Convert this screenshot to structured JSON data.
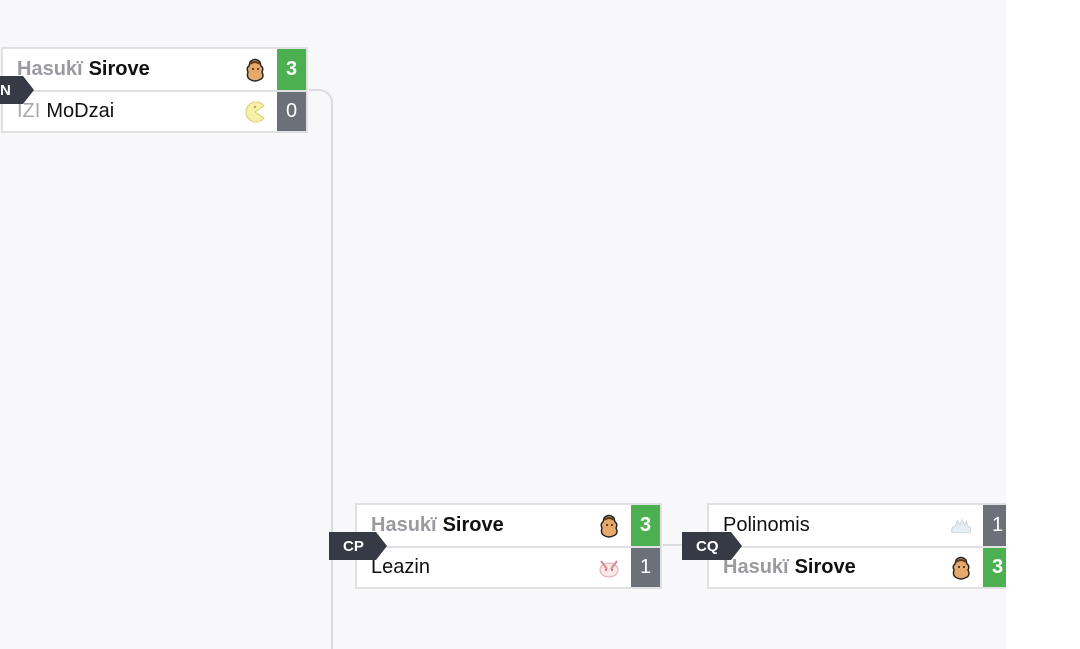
{
  "matches": [
    {
      "id": "N",
      "teams": [
        {
          "tag": "Hasukï",
          "name": "Sirove",
          "icon": "monk-avatar-icon",
          "score": "3",
          "result": "win"
        },
        {
          "tag": "IZI",
          "name": "MoDzai",
          "icon": "pacman-avatar-icon",
          "score": "0",
          "result": "lose"
        }
      ]
    },
    {
      "id": "CP",
      "teams": [
        {
          "tag": "Hasukï",
          "name": "Sirove",
          "icon": "monk-avatar-icon",
          "score": "3",
          "result": "win"
        },
        {
          "tag": "",
          "name": "Leazin",
          "icon": "bunny-avatar-icon",
          "score": "1",
          "result": "lose"
        }
      ]
    },
    {
      "id": "CQ",
      "teams": [
        {
          "tag": "",
          "name": "Polinomis",
          "icon": "cloud-avatar-icon",
          "score": "1",
          "result": "lose"
        },
        {
          "tag": "Hasukï",
          "name": "Sirove",
          "icon": "monk-avatar-icon",
          "score": "3",
          "result": "win"
        }
      ]
    }
  ],
  "colors": {
    "win": "#4caf50",
    "lose": "#6c7079",
    "badge": "#353a44",
    "canvas": "#f8f8fa"
  }
}
